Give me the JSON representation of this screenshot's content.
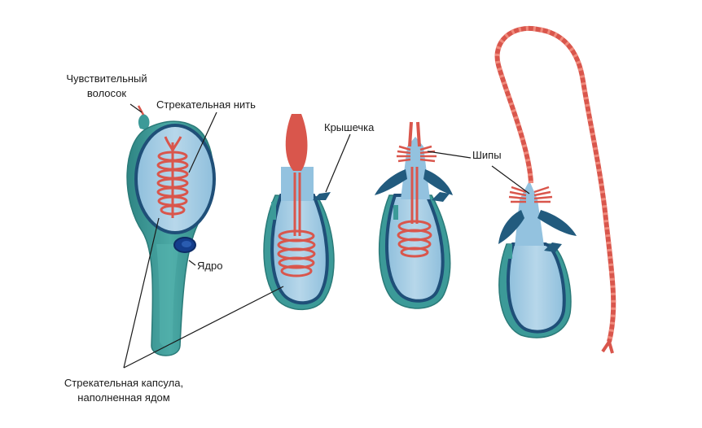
{
  "labels": {
    "sensory_hair": [
      "Чувствительный",
      "волосок"
    ],
    "stinging_thread": "Стрекательная нить",
    "nucleus": "Ядро",
    "lid": "Крышечка",
    "spines": "Шипы",
    "capsule": [
      "Стрекательная капсула,",
      "наполненная ядом"
    ]
  },
  "colors": {
    "outer_teal": "#3c9a98",
    "capsule_light": "#a7cde4",
    "capsule_border": "#1f4f78",
    "thread": "#d9564c",
    "thread_stripe": "#f08a7c",
    "spine": "#225b7e",
    "nucleus": "#143e8c"
  }
}
